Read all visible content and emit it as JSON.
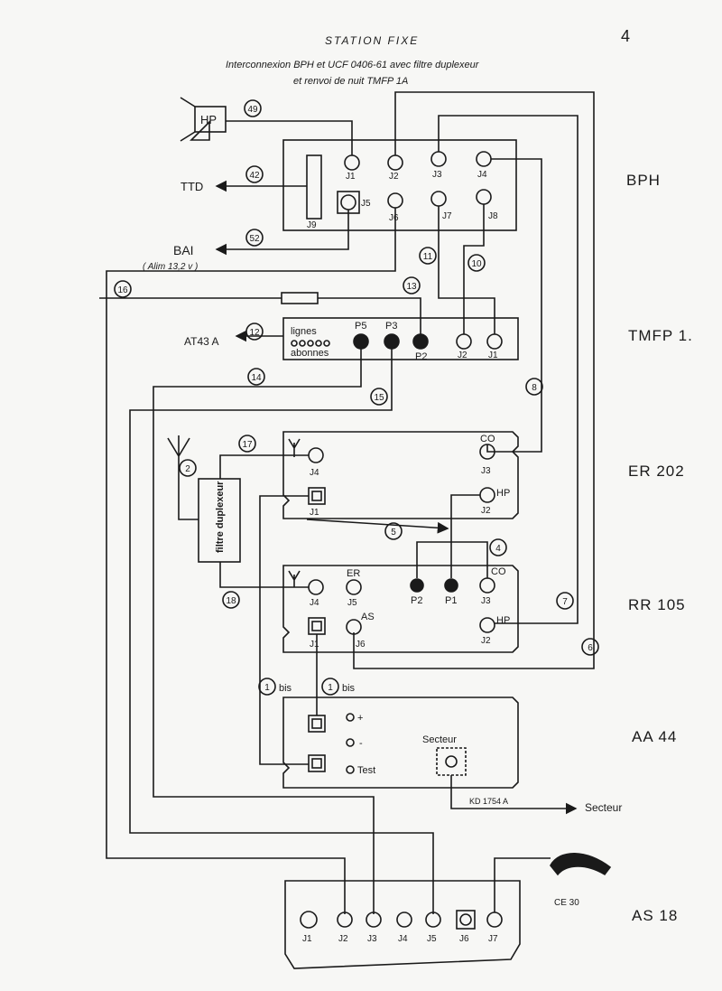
{
  "header": {
    "title": "STATION FIXE",
    "subtitle_line1": "Interconnexion BPH et UCF 0406-61 avec filtre duplexeur",
    "subtitle_line2": "et renvoi de nuit TMFP 1A",
    "page_number": "4"
  },
  "units": {
    "bph": "BPH",
    "tmfp": "TMFP 1.",
    "er202": "ER 202",
    "rr105": "RR 105",
    "aa44": "AA 44",
    "as18": "AS 18"
  },
  "external": {
    "hp": "HP",
    "ttd": "TTD",
    "bai": "BAI",
    "bai_note": "( Alim 13,2 v )",
    "at43a": "AT43 A",
    "secteur_out": "Secteur",
    "kd_cable": "KD 1754 A",
    "ce30": "CE 30"
  },
  "bph_jacks": {
    "j1": "J1",
    "j2": "J2",
    "j3": "J3",
    "j4": "J4",
    "j5": "J5",
    "j6": "J6",
    "j7": "J7",
    "j8": "J8",
    "j9": "J9"
  },
  "tmfp_labels": {
    "lignes": "lignes",
    "abonnes": "abonnes",
    "p5": "P5",
    "p3": "P3",
    "p2": "P2",
    "j2": "J2",
    "j1": "J1"
  },
  "er202_labels": {
    "co": "CO",
    "j3": "J3",
    "j4": "J4",
    "j1": "J1",
    "hp": "HP",
    "j2": "J2"
  },
  "filter_label": "filtre duplexeur",
  "rr105_labels": {
    "er": "ER",
    "j5": "J5",
    "p2": "P2",
    "p1": "P1",
    "co": "CO",
    "j4": "J4",
    "j3": "J3",
    "as": "AS",
    "j1": "J1",
    "j6": "J6",
    "hp": "HP",
    "j2": "J2"
  },
  "aa44_labels": {
    "secteur": "Secteur",
    "plus": "+",
    "minus": "-",
    "test": "Test"
  },
  "as18_jacks": {
    "j1": "J1",
    "j2": "J2",
    "j3": "J3",
    "j4": "J4",
    "j5": "J5",
    "j6": "J6",
    "j7": "J7"
  },
  "cables": {
    "c49": "49",
    "c42": "42",
    "c52": "52",
    "c16": "16",
    "c13": "13",
    "c11": "11",
    "c10": "10",
    "c12": "12",
    "c14": "14",
    "c15": "15",
    "c8": "8",
    "c17": "17",
    "c2": "2",
    "c5": "5",
    "c4": "4",
    "c18": "18",
    "c7": "7",
    "c6": "6",
    "c1": "1",
    "bis_left": "bis",
    "bis_right": "bis"
  }
}
